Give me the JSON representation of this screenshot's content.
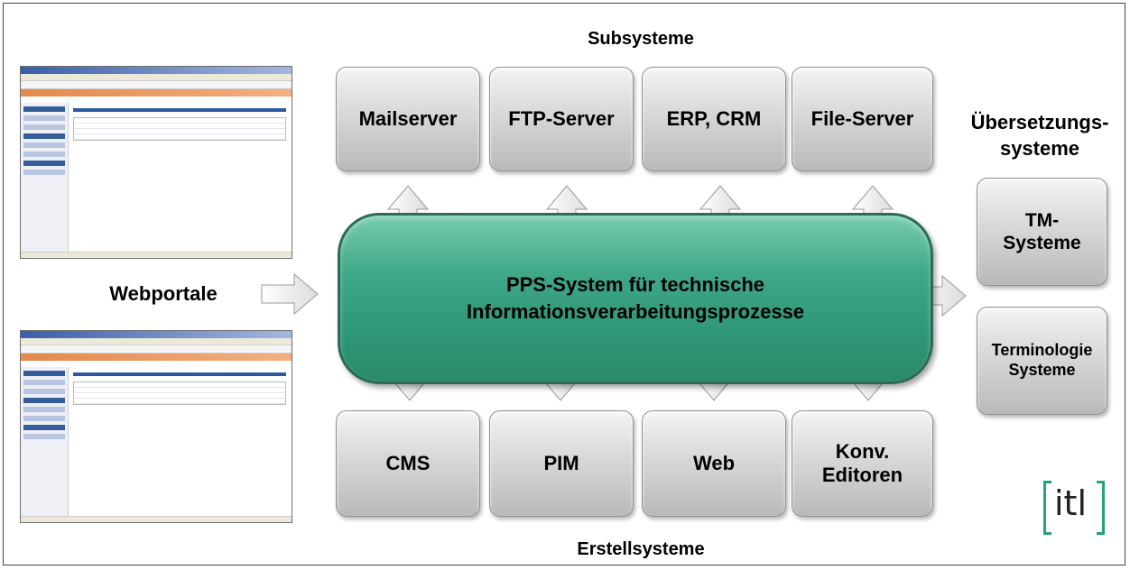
{
  "labels": {
    "subsysteme": "Subsysteme",
    "erstellsysteme": "Erstellsysteme",
    "webportale": "Webportale",
    "uebersetzung_line1": "Übersetzungs-",
    "uebersetzung_line2": "systeme"
  },
  "top_boxes": [
    "Mailserver",
    "FTP-Server",
    "ERP, CRM",
    "File-Server"
  ],
  "bottom_boxes": [
    {
      "line1": "CMS",
      "line2": ""
    },
    {
      "line1": "PIM",
      "line2": ""
    },
    {
      "line1": "Web",
      "line2": ""
    },
    {
      "line1": "Konv.",
      "line2": "Editoren"
    }
  ],
  "right_boxes": [
    {
      "line1": "TM-",
      "line2": "Systeme"
    },
    {
      "line1": "Terminologie",
      "line2": "Systeme"
    }
  ],
  "main_box": {
    "line1": "PPS-System für technische",
    "line2": "Informationsverarbeitungsprozesse"
  },
  "logo": "itl",
  "colors": {
    "main_green": "#3fa888",
    "logo_green": "#22a47c",
    "box_gray": "#c8c8c8"
  }
}
